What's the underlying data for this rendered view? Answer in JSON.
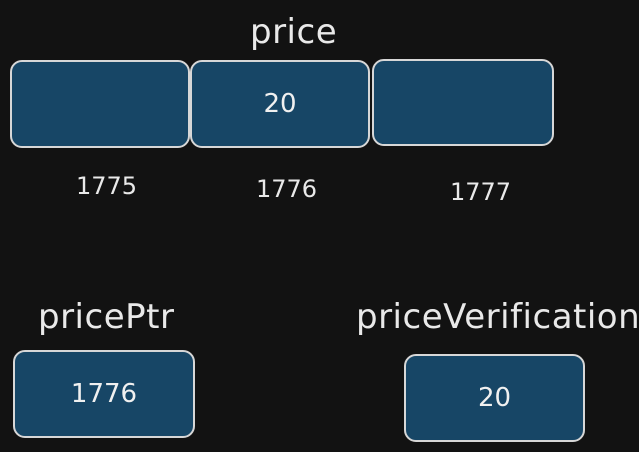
{
  "price": {
    "label": "price",
    "cells": [
      {
        "value": "",
        "address": "1775"
      },
      {
        "value": "20",
        "address": "1776"
      },
      {
        "value": "",
        "address": "1777"
      }
    ]
  },
  "pricePtr": {
    "label": "pricePtr",
    "value": "1776"
  },
  "priceVerification": {
    "label": "priceVerification",
    "value": "20"
  },
  "colors": {
    "background": "#121212",
    "box_fill": "#174666",
    "box_stroke": "#d7d7d7",
    "text": "#e9e9e9"
  }
}
